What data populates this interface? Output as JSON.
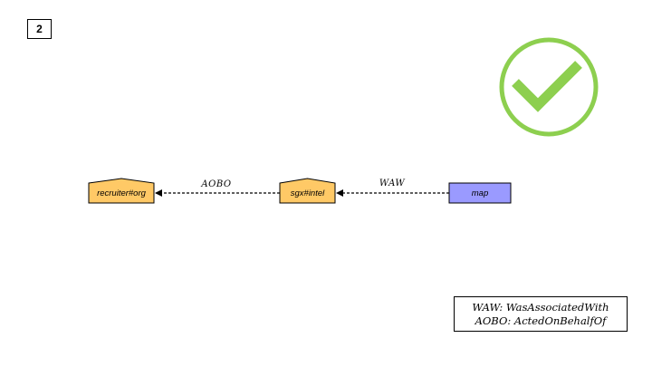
{
  "slide": {
    "number": "2"
  },
  "status": {
    "icon": "checkmark-circle-icon",
    "color": "#8dcf4f"
  },
  "nodes": {
    "agent_left": {
      "label": "recruiter#org",
      "kind": "agent",
      "color": "#ffc966"
    },
    "agent_mid": {
      "label": "sgx#intel",
      "kind": "agent",
      "color": "#ffc966"
    },
    "activity": {
      "label": "map",
      "kind": "activity",
      "color": "#9a9aff"
    }
  },
  "edges": {
    "aobo": {
      "label": "AOBO",
      "from": "sgx#intel",
      "to": "recruiter#org"
    },
    "waw": {
      "label": "WAW",
      "from": "map",
      "to": "sgx#intel"
    }
  },
  "legend": {
    "line1": "WAW: WasAssociatedWith",
    "line2": "AOBO: ActedOnBehalfOf"
  }
}
